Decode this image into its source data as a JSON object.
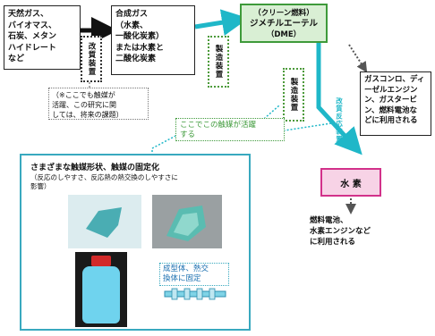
{
  "sources": "天然ガス、\nバイオマス、\n石炭、メタン\nハイドレート\nなど",
  "syngas": "合成ガス\n（水素、\n一酸化炭素）\nまたは水素と\n二酸化炭素",
  "dme": {
    "line1": "（クリーン燃料）",
    "line2": "ジメチルエーテル",
    "line3": "（DME）"
  },
  "reforming_device": "改質装置",
  "production_device_1": "製造装置",
  "production_device_2": "製造装置",
  "reforming_reaction": "改質反応装置",
  "footnote": "（※ここでも触媒が\n活躍、この研究に関\nしては、将来の課題）",
  "catalyst_note": "ここでこの触媒が活躍\nする",
  "hydrogen": "水 素",
  "dme_uses": "ガスコンロ、ディ\nーゼルエンジン\nン、ガスタービ\nン、燃料電池な\nどに利用される",
  "hydrogen_uses": "燃料電池、\n水素エンジンなど\nに利用される",
  "panel": {
    "title": "さまざまな触媒形状、触媒の固定化",
    "subtitle": "（反応のしやすさ、反応熱の熱交換のしやすさに\n影響）",
    "fix_label": "成型体、熱交\n換体に固定"
  },
  "colors": {
    "green": "#3e9a3a",
    "cyan": "#1fb7c8",
    "magenta": "#d2318a",
    "pink": "#f7d3e6"
  }
}
